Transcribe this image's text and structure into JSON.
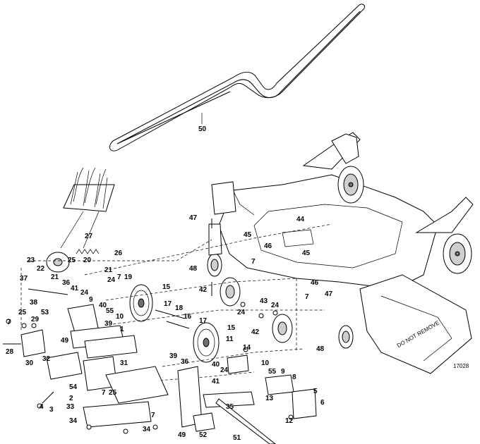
{
  "diagram": {
    "reference_code": "17028",
    "deck_decal_text": "DO NOT REMOVE",
    "callouts": [
      {
        "id": "c50",
        "text": "50"
      },
      {
        "id": "c47a",
        "text": "47"
      },
      {
        "id": "c44",
        "text": "44"
      },
      {
        "id": "c45a",
        "text": "45"
      },
      {
        "id": "c45b",
        "text": "45"
      },
      {
        "id": "c46a",
        "text": "46"
      },
      {
        "id": "c46b",
        "text": "46"
      },
      {
        "id": "c48a",
        "text": "48"
      },
      {
        "id": "c7a",
        "text": "7"
      },
      {
        "id": "c42a",
        "text": "42"
      },
      {
        "id": "c42b",
        "text": "42"
      },
      {
        "id": "c43",
        "text": "43"
      },
      {
        "id": "c24a",
        "text": "24"
      },
      {
        "id": "c24b",
        "text": "24"
      },
      {
        "id": "c7b",
        "text": "7"
      },
      {
        "id": "c47b",
        "text": "47"
      },
      {
        "id": "c48b",
        "text": "48"
      },
      {
        "id": "c27",
        "text": "27"
      },
      {
        "id": "c26",
        "text": "26"
      },
      {
        "id": "c23",
        "text": "23"
      },
      {
        "id": "c22",
        "text": "22"
      },
      {
        "id": "c20",
        "text": "20"
      },
      {
        "id": "c25a",
        "text": "25"
      },
      {
        "id": "c21a",
        "text": "21"
      },
      {
        "id": "c21b",
        "text": "21"
      },
      {
        "id": "c37",
        "text": "37"
      },
      {
        "id": "c36",
        "text": "36"
      },
      {
        "id": "c41a",
        "text": "41"
      },
      {
        "id": "c24c",
        "text": "24"
      },
      {
        "id": "c24d",
        "text": "24"
      },
      {
        "id": "c7c",
        "text": "7"
      },
      {
        "id": "c19",
        "text": "19"
      },
      {
        "id": "c15a",
        "text": "15"
      },
      {
        "id": "c9a",
        "text": "9"
      },
      {
        "id": "c40a",
        "text": "40"
      },
      {
        "id": "c55a",
        "text": "55"
      },
      {
        "id": "c10a",
        "text": "10"
      },
      {
        "id": "c38",
        "text": "38"
      },
      {
        "id": "c53",
        "text": "53"
      },
      {
        "id": "c39a",
        "text": "39"
      },
      {
        "id": "c17a",
        "text": "17"
      },
      {
        "id": "c18",
        "text": "18"
      },
      {
        "id": "c16",
        "text": "16"
      },
      {
        "id": "c17b",
        "text": "17"
      },
      {
        "id": "c15b",
        "text": "15"
      },
      {
        "id": "c7d",
        "text": "7"
      },
      {
        "id": "c25b",
        "text": "25"
      },
      {
        "id": "c29",
        "text": "29"
      },
      {
        "id": "c1",
        "text": "1"
      },
      {
        "id": "c49a",
        "text": "49"
      },
      {
        "id": "c28",
        "text": "28"
      },
      {
        "id": "c30",
        "text": "30"
      },
      {
        "id": "c32",
        "text": "32"
      },
      {
        "id": "c11",
        "text": "11"
      },
      {
        "id": "c14",
        "text": "14"
      },
      {
        "id": "c31",
        "text": "31"
      },
      {
        "id": "c39b",
        "text": "39"
      },
      {
        "id": "c36b",
        "text": "36"
      },
      {
        "id": "c24e",
        "text": "24"
      },
      {
        "id": "c40b",
        "text": "40"
      },
      {
        "id": "c41b",
        "text": "41"
      },
      {
        "id": "c10b",
        "text": "10"
      },
      {
        "id": "c55b",
        "text": "55"
      },
      {
        "id": "c9b",
        "text": "9"
      },
      {
        "id": "c8",
        "text": "8"
      },
      {
        "id": "c13",
        "text": "13"
      },
      {
        "id": "c5",
        "text": "5"
      },
      {
        "id": "c6",
        "text": "6"
      },
      {
        "id": "c12",
        "text": "12"
      },
      {
        "id": "c54",
        "text": "54"
      },
      {
        "id": "c2",
        "text": "2"
      },
      {
        "id": "c25c",
        "text": "25"
      },
      {
        "id": "c4",
        "text": "4"
      },
      {
        "id": "c3",
        "text": "3"
      },
      {
        "id": "c33",
        "text": "33"
      },
      {
        "id": "c7e",
        "text": "7"
      },
      {
        "id": "c35",
        "text": "35"
      },
      {
        "id": "c34a",
        "text": "34"
      },
      {
        "id": "c34b",
        "text": "34"
      },
      {
        "id": "c7f",
        "text": "7"
      },
      {
        "id": "c49b",
        "text": "49"
      },
      {
        "id": "c52",
        "text": "52"
      },
      {
        "id": "c51",
        "text": "51"
      }
    ]
  }
}
